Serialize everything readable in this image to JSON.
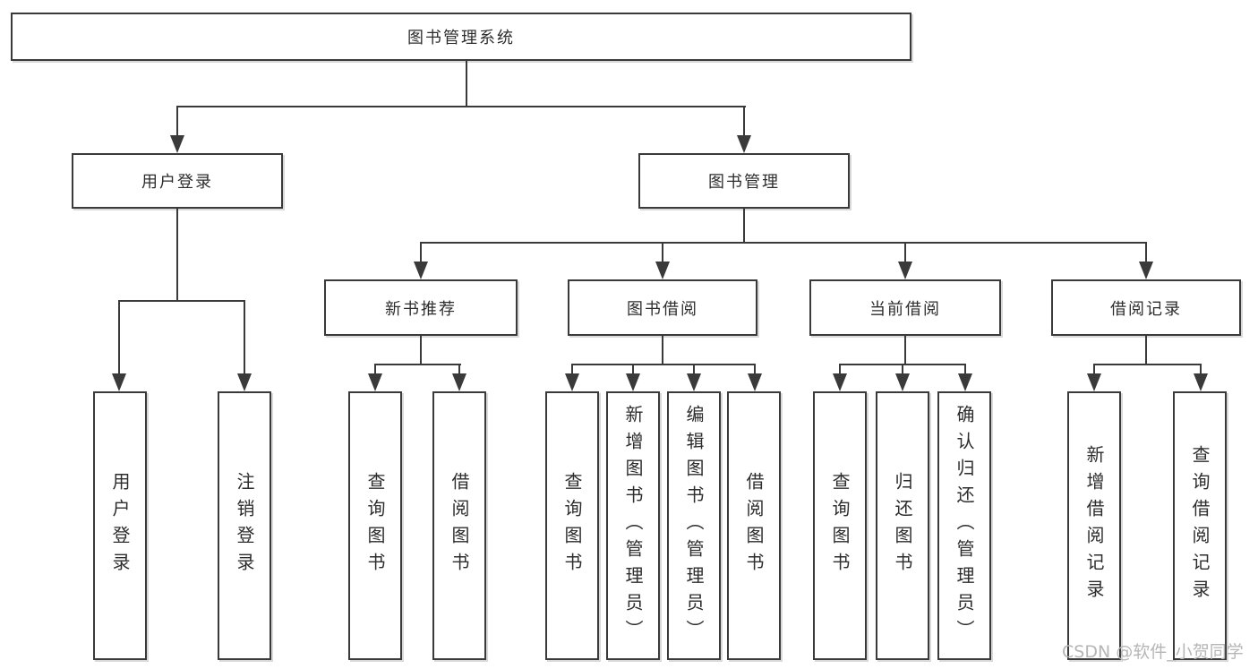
{
  "diagram": {
    "root": {
      "label": "图书管理系统"
    },
    "branches": [
      {
        "label": "用户登录",
        "children": [
          {
            "label": "用户登录"
          },
          {
            "label": "注销登录"
          }
        ]
      },
      {
        "label": "图书管理",
        "modules": [
          {
            "label": "新书推荐",
            "children": [
              {
                "label": "查询图书"
              },
              {
                "label": "借阅图书"
              }
            ]
          },
          {
            "label": "图书借阅",
            "children": [
              {
                "label": "查询图书"
              },
              {
                "label": "新增图书（管理员）"
              },
              {
                "label": "编辑图书（管理员）"
              },
              {
                "label": "借阅图书"
              }
            ]
          },
          {
            "label": "当前借阅",
            "children": [
              {
                "label": "查询图书"
              },
              {
                "label": "归还图书"
              },
              {
                "label": "确认归还（管理员）"
              }
            ]
          },
          {
            "label": "借阅记录",
            "children": [
              {
                "label": "新增借阅记录"
              },
              {
                "label": "查询借阅记录"
              }
            ]
          }
        ]
      }
    ]
  },
  "watermark": {
    "text": "CSDN @软件_小贺同学"
  },
  "colors": {
    "line": "#3a3a3a",
    "box_border": "#3a3a3a",
    "box_background": "#ffffff",
    "text": "#2d2d2d",
    "watermark": "#b6b6b6",
    "page_background": "#ffffff"
  }
}
